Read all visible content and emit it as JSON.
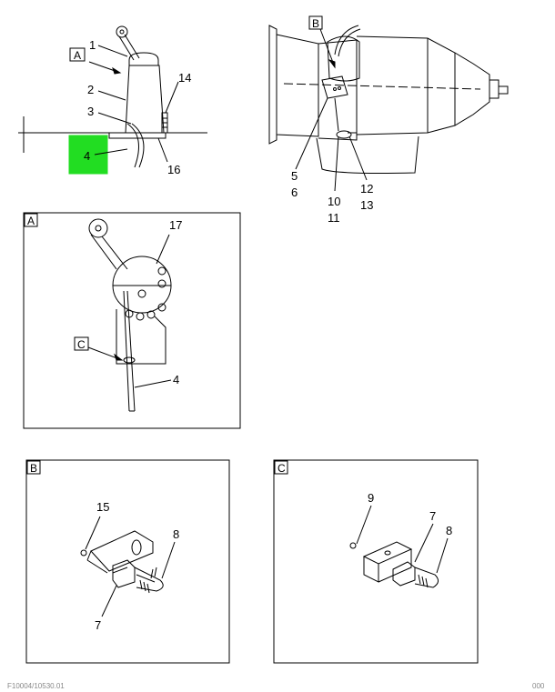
{
  "callouts": {
    "n1": "1",
    "n2": "2",
    "n3": "3",
    "n4": "4",
    "n5": "5",
    "n6": "6",
    "n7": "7",
    "n8": "8",
    "n9": "9",
    "n10": "10",
    "n11": "11",
    "n12": "12",
    "n13": "13",
    "n14": "14",
    "n15": "15",
    "n16": "16",
    "n17": "17"
  },
  "views": {
    "a": "A",
    "b": "B",
    "c": "C"
  },
  "highlight": {
    "label": "4",
    "color": "#22dd22",
    "label_color": "#555555"
  },
  "footer": {
    "left": "F10004/10530.01",
    "right": "000"
  }
}
